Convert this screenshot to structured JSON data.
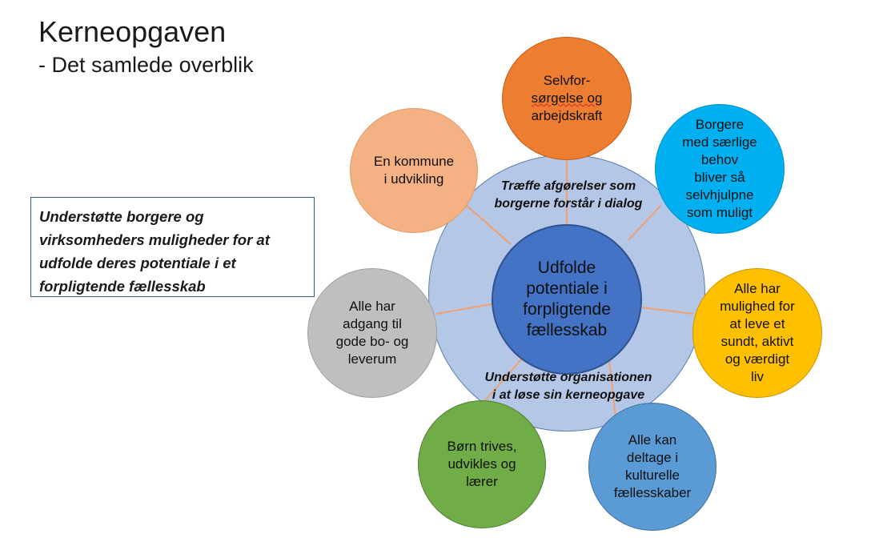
{
  "header": {
    "title": "Kerneopgaven",
    "subtitle": "- Det samlede overblik"
  },
  "callout": {
    "line1": "Understøtte borgere og",
    "line2": "virksomheders muligheder for at",
    "line3": "udfolde deres potentiale i et",
    "line4": "forpligtende fællesskab"
  },
  "center": {
    "line1": "Udfolde",
    "line2": "potentiale i",
    "line3": "forpligtende",
    "line4": "fællesskab"
  },
  "ring": {
    "top_line1": "Træffe afgørelser som",
    "top_line2": "borgerne forstår i dialog",
    "bottom_line1": "Understøtte organisationen",
    "bottom_line2": "i at løse sin kerneopgave"
  },
  "outer": {
    "self": {
      "line1": "Selvfor-",
      "line2": "sørgelse og",
      "line3": "arbejdskraft",
      "color": "#ed7d31"
    },
    "special": {
      "line1": "Borgere",
      "line2": "med særlige",
      "line3": "behov",
      "line4": "bliver så",
      "line5": "selvhjulpne",
      "line6": "som muligt",
      "color": "#00b0f0"
    },
    "health": {
      "line1": "Alle har",
      "line2": "mulighed for",
      "line3": "at leve et",
      "line4": "sundt, aktivt",
      "line5": "og værdigt",
      "line6": "liv",
      "color": "#ffc000"
    },
    "culture": {
      "line1": "Alle kan",
      "line2": "deltage i",
      "line3": "kulturelle",
      "line4": "fællesskaber",
      "color": "#5b9bd5"
    },
    "children": {
      "line1": "Børn trives,",
      "line2": "udvikles og",
      "line3": "lærer",
      "color": "#70ad47"
    },
    "housing": {
      "line1": "Alle har",
      "line2": "adgang til",
      "line3": "gode bo- og",
      "line4": "leverum",
      "color": "#bfbfbf"
    },
    "municipality": {
      "line1": "En kommune",
      "line2": "i udvikling",
      "color": "#f4b183"
    }
  }
}
